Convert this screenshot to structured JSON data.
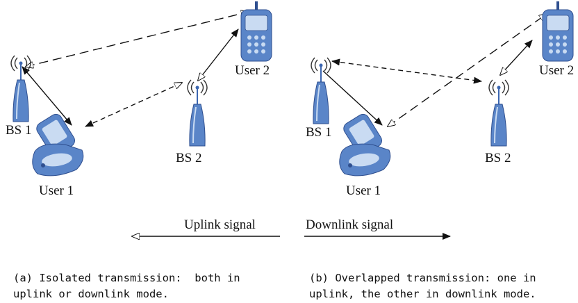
{
  "labels": {
    "a_bs1": "BS 1",
    "a_bs2": "BS 2",
    "a_user1": "User 1",
    "a_user2": "User 2",
    "b_bs1": "BS 1",
    "b_bs2": "BS 2",
    "b_user1": "User 1",
    "b_user2": "User 2"
  },
  "legend": {
    "uplink": "Uplink signal",
    "downlink": "Downlink signal"
  },
  "captions": {
    "a_line1": "(a) Isolated transmission:  both in",
    "a_line2": "uplink or downlink mode.",
    "b_line1": "(b) Overlapped transmission: one in",
    "b_line2": "uplink, the other in downlink mode."
  },
  "colors": {
    "device_blue": "#5a85c8",
    "device_light": "#c9dbf2",
    "line": "#111111"
  }
}
